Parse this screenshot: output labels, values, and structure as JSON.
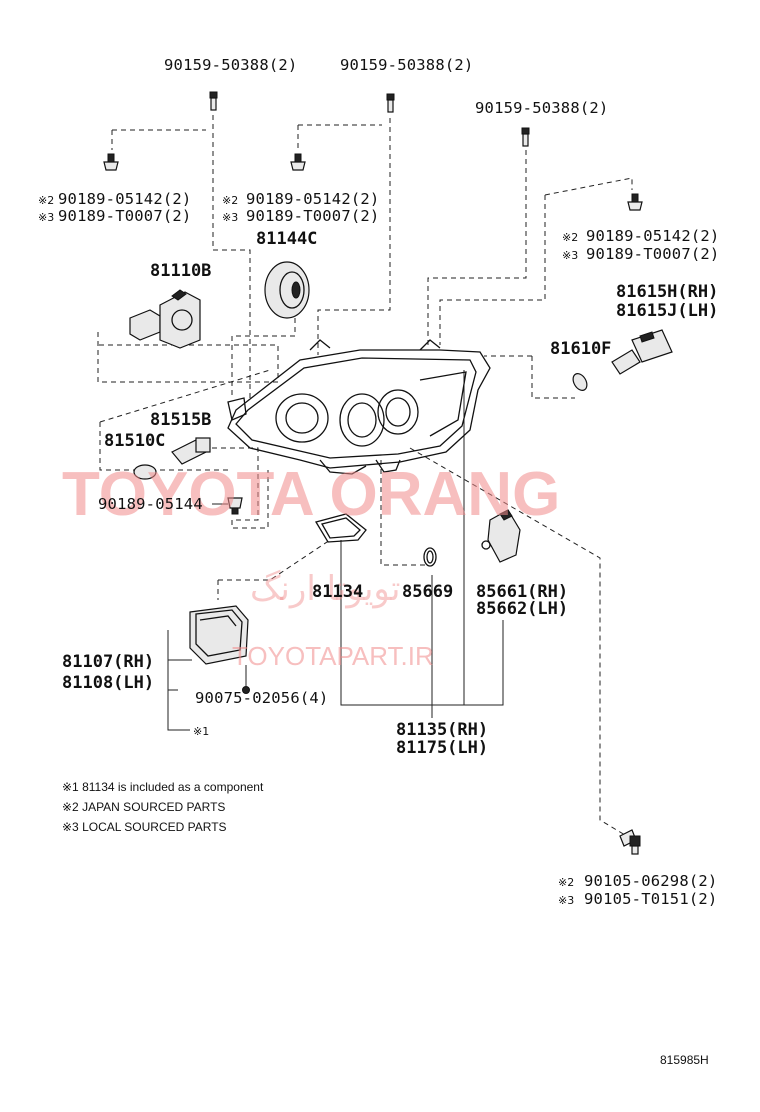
{
  "labels": {
    "bolt_top_left": "90159-50388(2)",
    "bolt_top_mid": "90159-50388(2)",
    "bolt_top_right": "90159-50388(2)",
    "clip_left_jp": "90189-05142(2)",
    "clip_left_local": "90189-T0007(2)",
    "clip_mid_jp": "90189-05142(2)",
    "clip_mid_local": "90189-T0007(2)",
    "clip_right_jp": "90189-05142(2)",
    "clip_right_local": "90189-T0007(2)",
    "cap": "81144C",
    "bulb_main": "81110B",
    "socket_rh": "81615H(RH)",
    "socket_lh": "81615J(LH)",
    "bulb_side": "81610F",
    "socket_small": "81515B",
    "bulb_small": "81510C",
    "clip_small": "90189-05144",
    "gasket": "81134",
    "oring": "85669",
    "actuator_rh": "85661(RH)",
    "actuator_lh": "85662(LH)",
    "unit_rh": "81107(RH)",
    "unit_lh": "81108(LH)",
    "unit_screw": "90075-02056(4)",
    "unit_note_ref": "※1",
    "assy_rh": "81135(RH)",
    "assy_lh": "81175(LH)",
    "screw_jp": "90105-06298(2)",
    "screw_local": "90105-T0151(2)",
    "mark2": "※2",
    "mark3": "※3"
  },
  "notes": [
    "※1  81134 is included as a component",
    "※2 JAPAN SOURCED PARTS",
    "※3 LOCAL SOURCED PARTS"
  ],
  "watermarks": {
    "main": "TOYOTA ORANG",
    "persian": "تویوتا ارنگ",
    "site": "TOYOTAPART.IR"
  },
  "diagram_code": "815985H"
}
